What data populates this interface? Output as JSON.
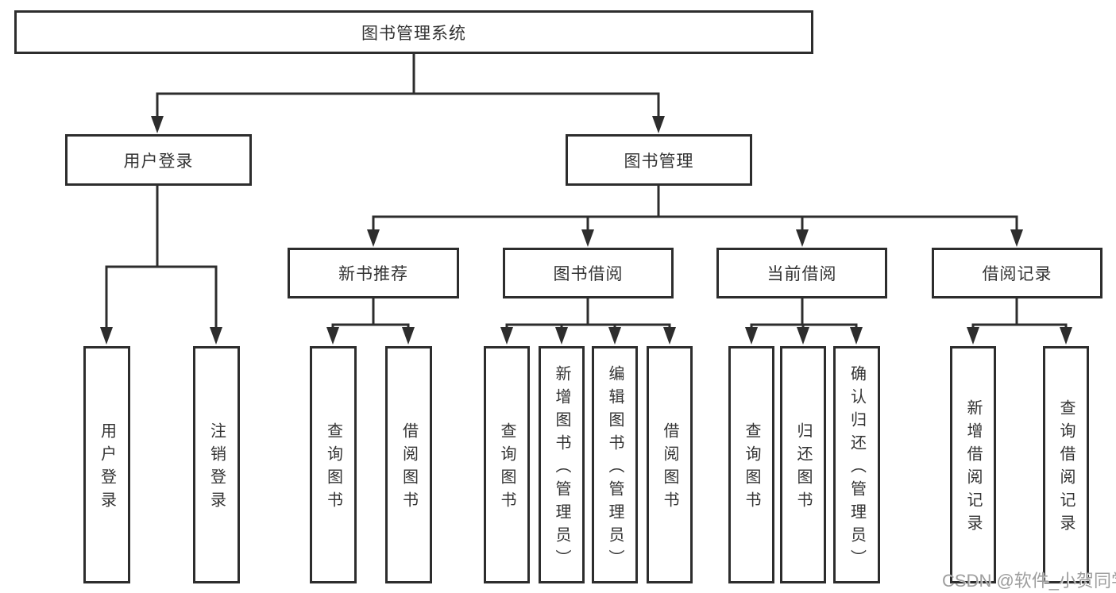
{
  "tree": {
    "label": "图书管理系统",
    "children": [
      {
        "label": "用户登录",
        "children": [
          {
            "label": "用户登录"
          },
          {
            "label": "注销登录"
          }
        ]
      },
      {
        "label": "图书管理",
        "children": [
          {
            "label": "新书推荐",
            "children": [
              {
                "label": "查询图书"
              },
              {
                "label": "借阅图书"
              }
            ]
          },
          {
            "label": "图书借阅",
            "children": [
              {
                "label": "查询图书"
              },
              {
                "label": "新增图书（管理员）"
              },
              {
                "label": "编辑图书（管理员）"
              },
              {
                "label": "借阅图书"
              }
            ]
          },
          {
            "label": "当前借阅",
            "children": [
              {
                "label": "查询图书"
              },
              {
                "label": "归还图书"
              },
              {
                "label": "确认归还（管理员）"
              }
            ]
          },
          {
            "label": "借阅记录",
            "children": [
              {
                "label": "新增借阅记录"
              },
              {
                "label": "查询借阅记录"
              }
            ]
          }
        ]
      }
    ]
  },
  "watermark": {
    "text": "CSDN @软件_小贺同学"
  },
  "colors": {
    "line": "#2d2d2d",
    "text": "#333333",
    "background": "#ffffff",
    "watermark": "#9e9e9e"
  }
}
